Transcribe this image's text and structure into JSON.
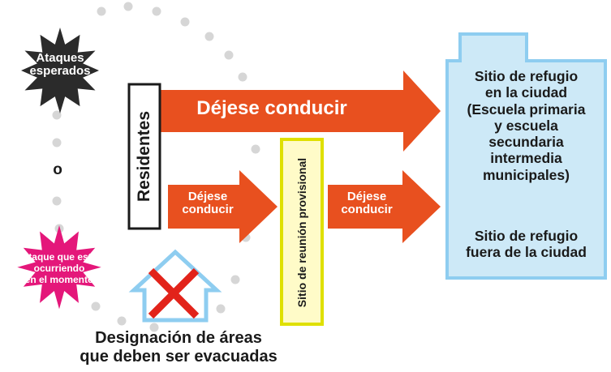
{
  "threats": {
    "expected": {
      "line1": "Ataques",
      "line2": "esperados"
    },
    "or_word": "o",
    "occurring": {
      "line1": "Ataque que está",
      "line2": "ocurriendo",
      "line3": "en el momento"
    }
  },
  "residents": {
    "label": "Residentes"
  },
  "arrows": {
    "main": {
      "text": "Déjese conducir"
    },
    "to_provisional": {
      "line1": "Déjese",
      "line2": "conducir"
    },
    "from_provisional": {
      "line1": "Déjese",
      "line2": "conducir"
    }
  },
  "provisional_site": {
    "label": "Sitio de reunión provisional"
  },
  "refuge": {
    "city": {
      "line1": "Sitio de refugio",
      "line2": "en la ciudad",
      "line3": "(Escuela primaria",
      "line4": "y escuela",
      "line5": "secundaria",
      "line6": "intermedia",
      "line7": "municipales)"
    },
    "outside": {
      "line1": "Sitio de refugio",
      "line2": "fuera de la ciudad"
    }
  },
  "evacuation": {
    "line1": "Designación de áreas",
    "line2": "que deben ser evacuadas"
  },
  "colors": {
    "arrow": "#e8501f",
    "starburst_dark": "#2b2b2b",
    "starburst_magenta": "#e4177a",
    "provisional_fill": "#fffbc8",
    "provisional_border": "#dfe000",
    "refuge_fill": "#cde9f7",
    "refuge_border": "#8ecdf0",
    "house_outline": "#8ecdf0",
    "cross": "#e2231a",
    "dots": "#d6d6d6"
  }
}
